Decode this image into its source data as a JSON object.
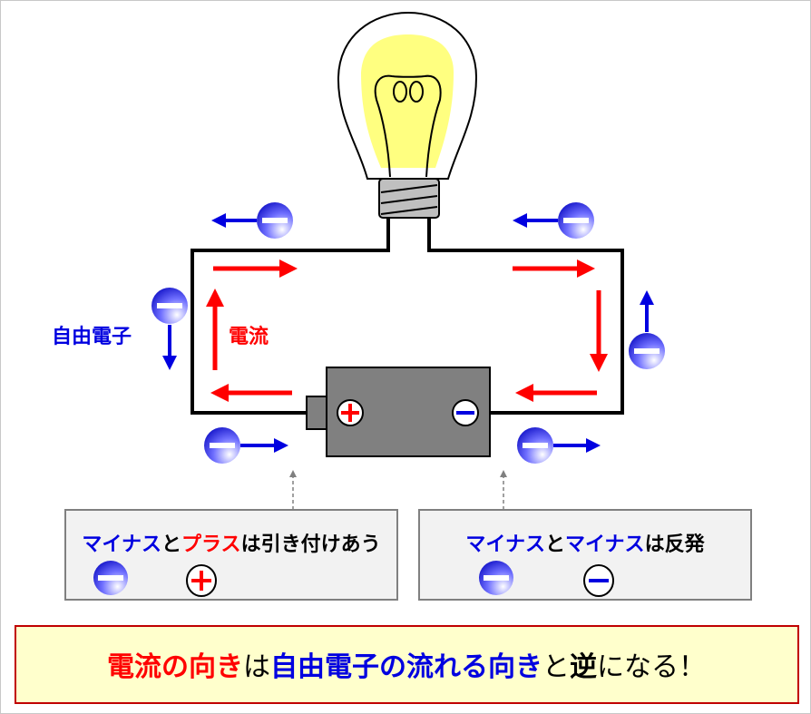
{
  "labels": {
    "free_electron": "自由電子",
    "current": "電流"
  },
  "box_left": {
    "part1": "マイナス",
    "part2": "と",
    "part3": "プラス",
    "part4": "は引き付けあう"
  },
  "box_right": {
    "part1": "マイナス",
    "part2": "と",
    "part3": "マイナス",
    "part4": "は反発"
  },
  "conclusion": {
    "p1": "電流の向き",
    "p2": "は",
    "p3": "自由電子の流れる向き",
    "p4": "と",
    "p5": "逆",
    "p6": "になる！"
  },
  "colors": {
    "red": "#ff0000",
    "blue": "#0000e0",
    "wire": "#000000",
    "battery": "#808080",
    "bulb_glow": "#ffff80",
    "note_bg": "#f2f2f2",
    "conclusion_bg": "#ffffcc",
    "conclusion_border": "#c00000"
  }
}
